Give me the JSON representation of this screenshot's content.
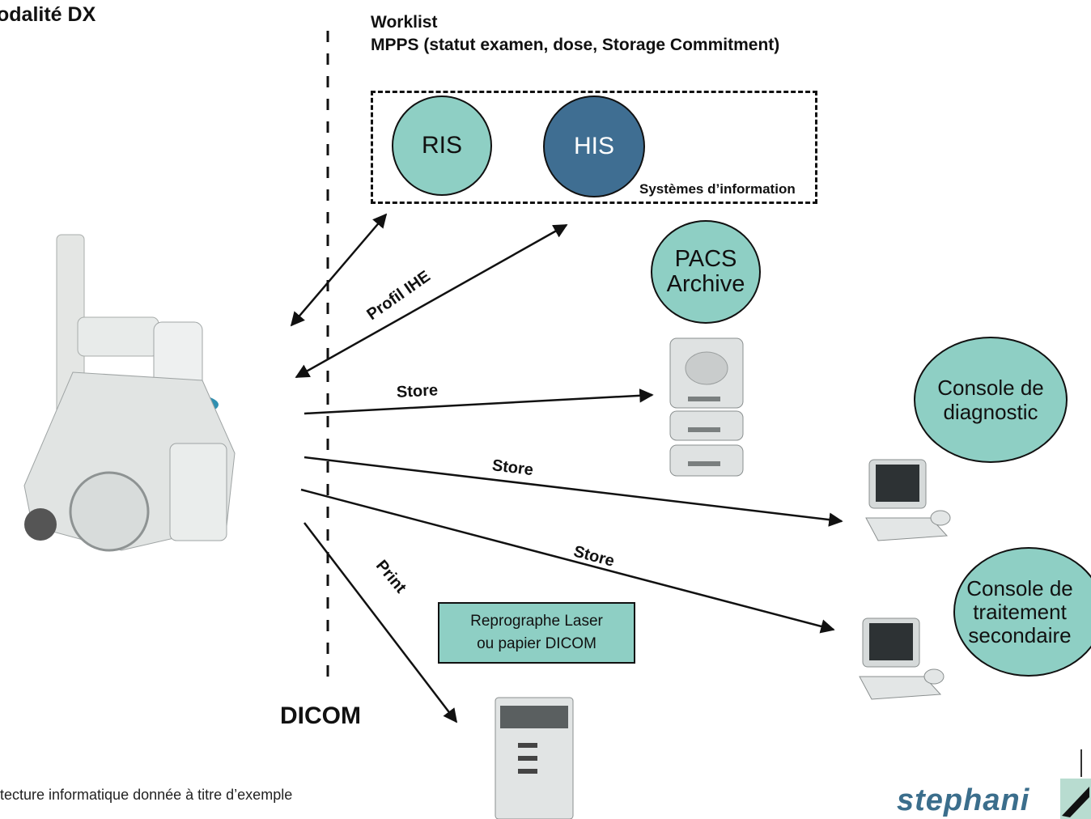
{
  "title": "odalité DX",
  "worklist": {
    "line1": "Worklist",
    "line2": "MPPS (statut examen, dose, Storage Commitment)"
  },
  "systems": {
    "ris": "RIS",
    "his": "HIS",
    "label": "Systèmes d’information"
  },
  "pacs": {
    "line1": "PACS",
    "line2": "Archive"
  },
  "console_diag": {
    "line1": "Console de",
    "line2": "diagnostic"
  },
  "console_trait": {
    "line1": "Console de",
    "line2": "traitement",
    "line3": "secondaire"
  },
  "repro": {
    "line1": "Reprographe Laser",
    "line2": "ou papier DICOM"
  },
  "arrows": {
    "profil": "Profil IHE",
    "store1": "Store",
    "store2": "Store",
    "store3": "Store",
    "print": "Print"
  },
  "dicom": "DICOM",
  "footnote": "itecture informatique donnée à titre d’exemple",
  "logo": "stephani",
  "colors": {
    "teal": "#8ecfc4",
    "blue": "#3f6e92"
  }
}
